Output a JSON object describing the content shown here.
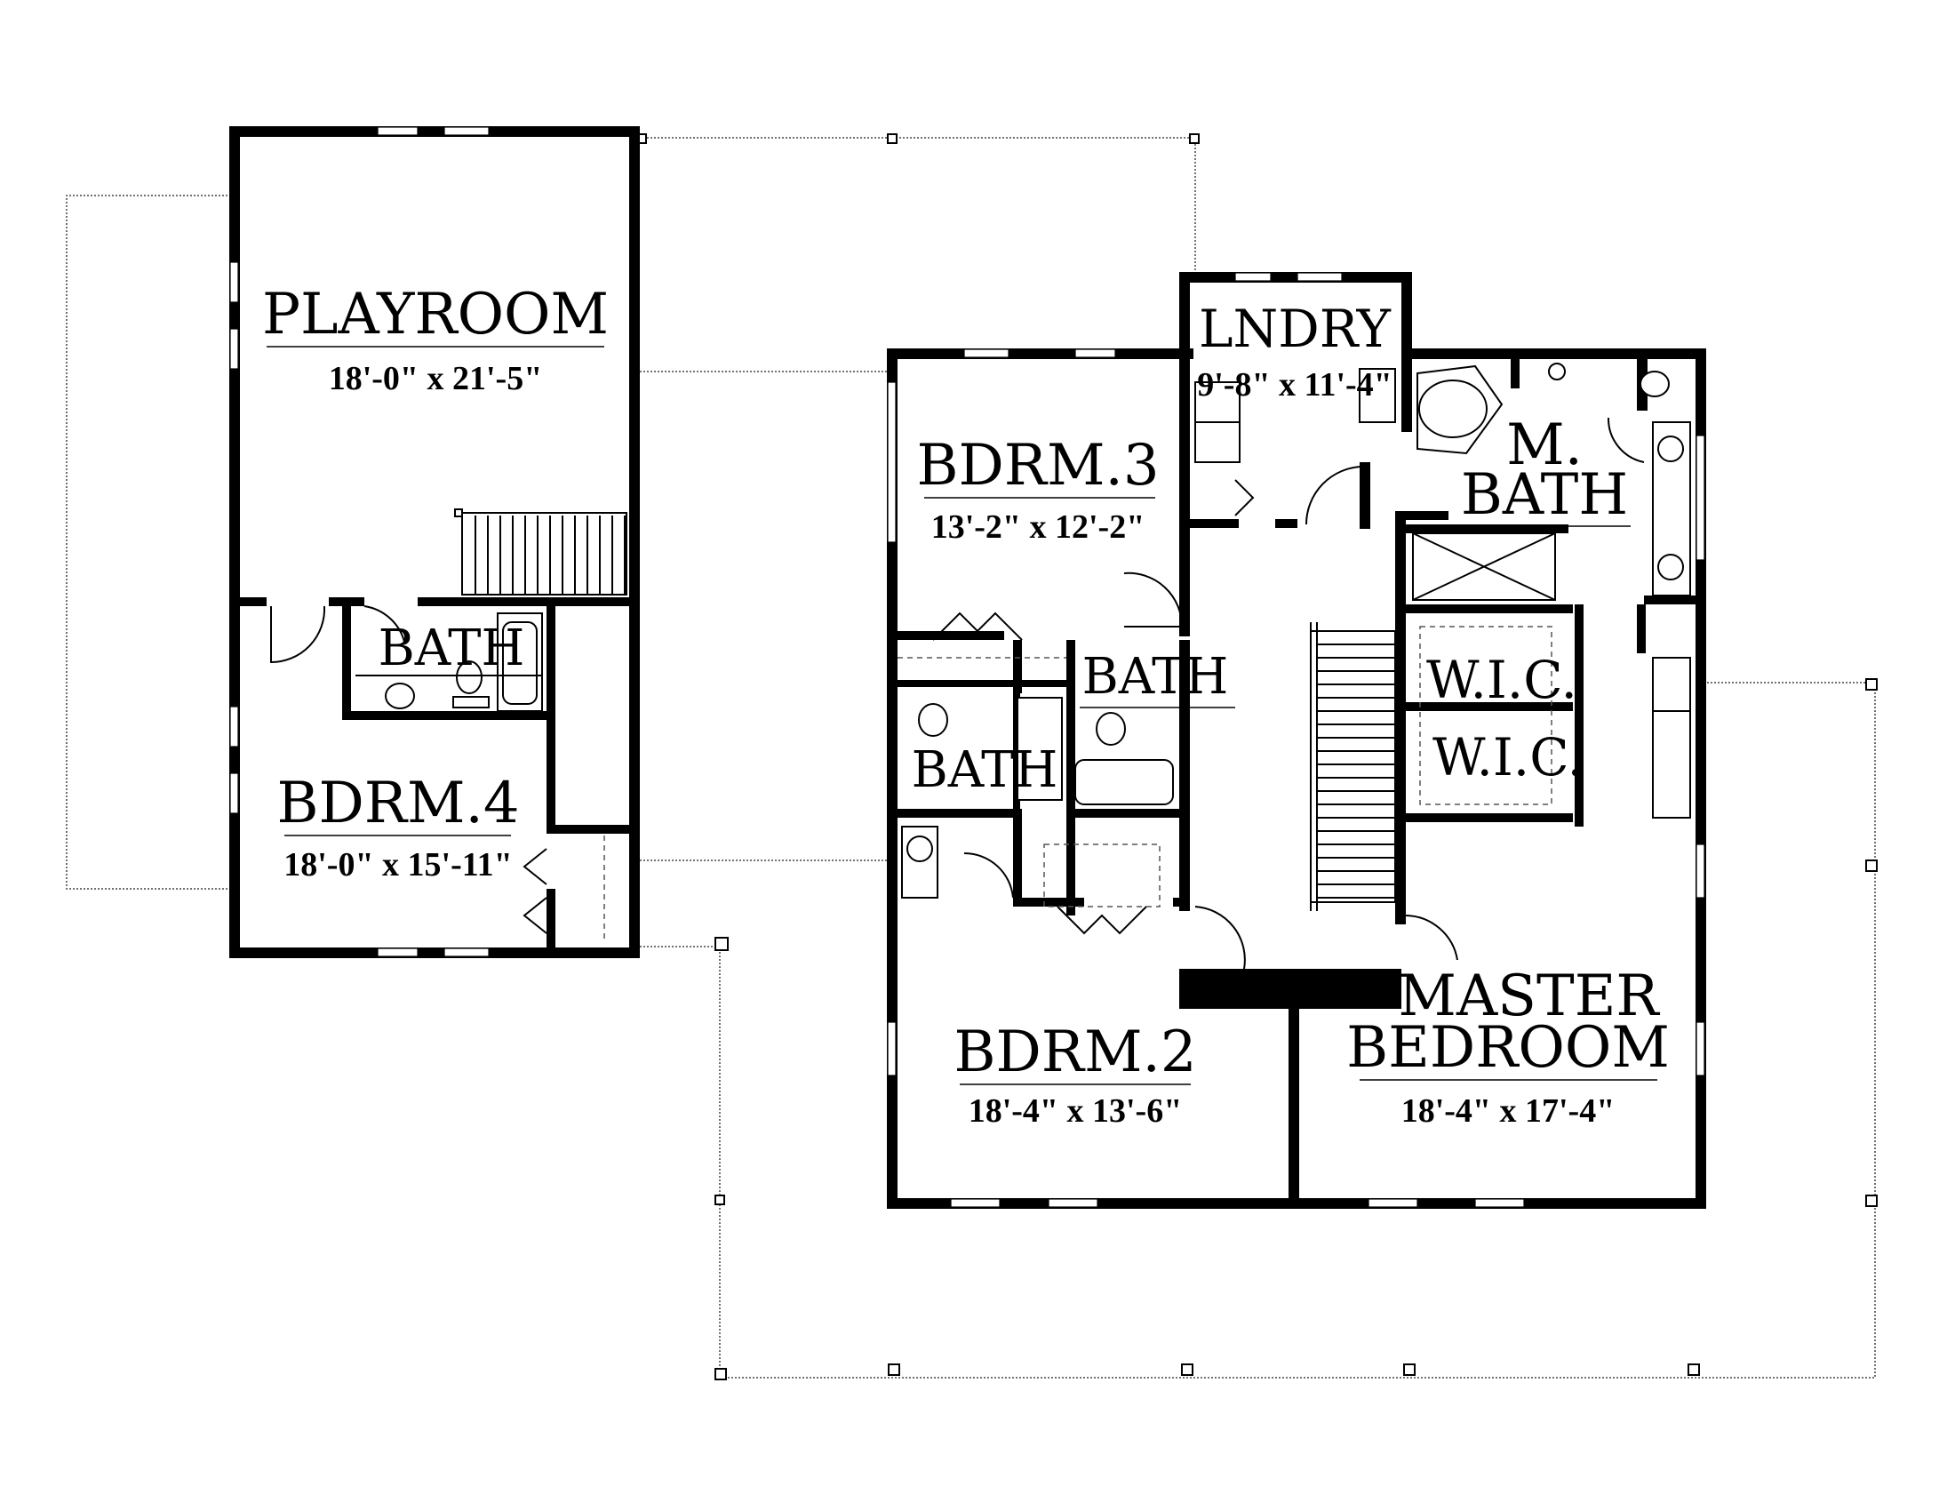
{
  "rooms": {
    "playroom": {
      "name": "PLAYROOM",
      "dims": "18'-0\" x 21'-5\""
    },
    "bath_upper": {
      "name": "BATH"
    },
    "bdrm4": {
      "name": "BDRM.4",
      "dims": "18'-0\" x 15'-11\""
    },
    "bdrm3": {
      "name": "BDRM.3",
      "dims": "13'-2\" x 12'-2\""
    },
    "lndry": {
      "name": "LNDRY",
      "dims": "9'-8\" x 11'-4\""
    },
    "mbath": {
      "name_line1": "M.",
      "name_line2": "BATH"
    },
    "bath_center": {
      "name": "BATH"
    },
    "bath_left": {
      "name": "BATH"
    },
    "wic1": {
      "name": "W.I.C."
    },
    "wic2": {
      "name": "W.I.C."
    },
    "bdrm2": {
      "name": "BDRM.2",
      "dims": "18'-4\" x 13'-6\""
    },
    "master": {
      "name_line1": "MASTER",
      "name_line2": "BEDROOM",
      "dims": "18'-4\" x 17'-4\""
    }
  }
}
